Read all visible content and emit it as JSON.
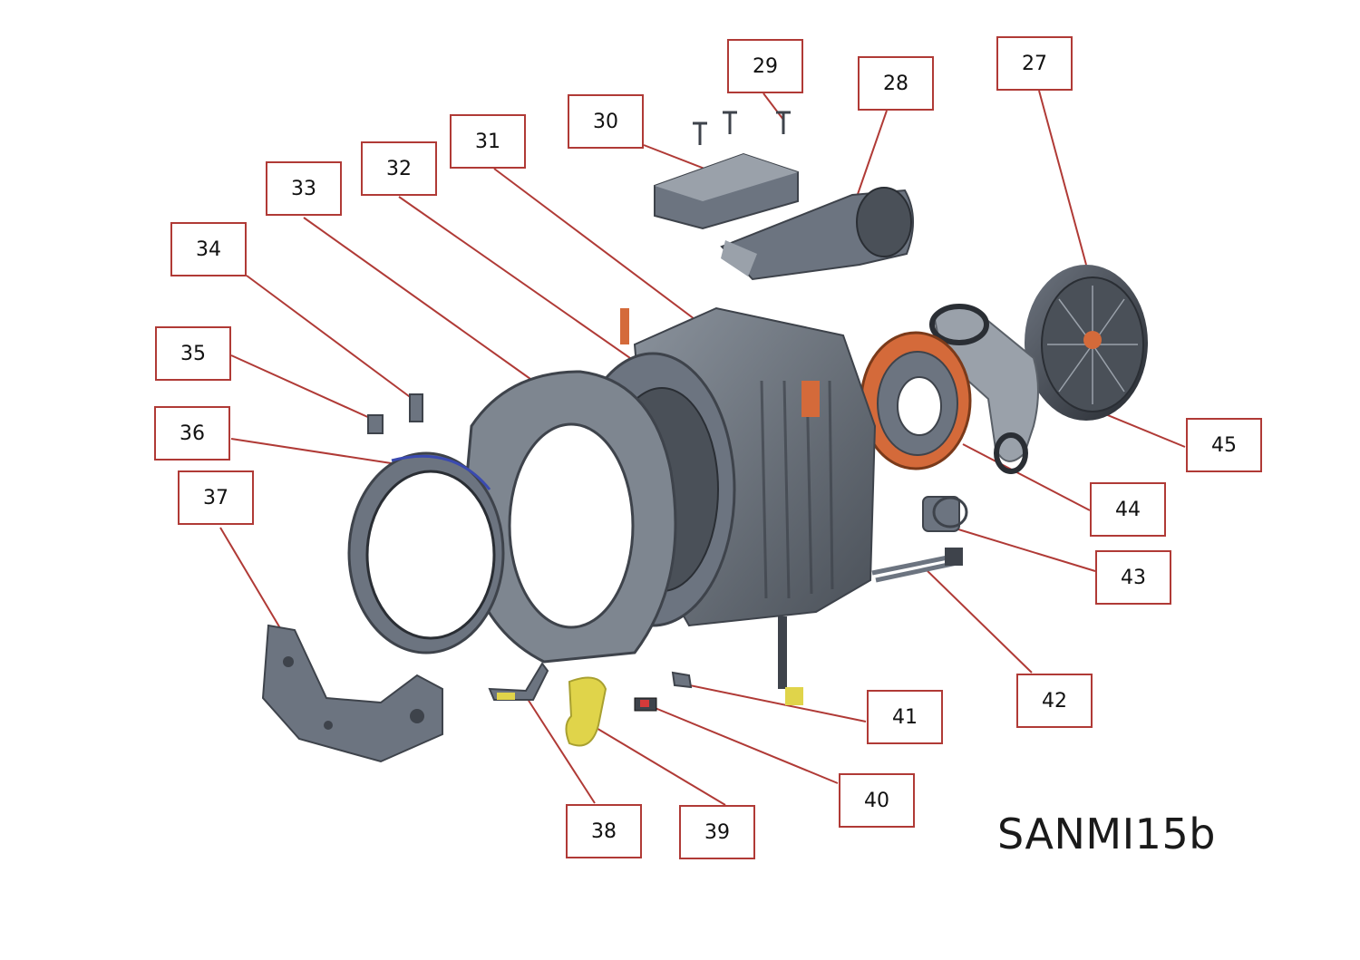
{
  "diagram": {
    "model_code": "SANMI15b",
    "callouts": [
      "27",
      "28",
      "29",
      "30",
      "31",
      "32",
      "33",
      "34",
      "35",
      "36",
      "37",
      "38",
      "39",
      "40",
      "41",
      "42",
      "43",
      "44",
      "45"
    ]
  },
  "colors": {
    "leader": "#b03a36",
    "part_gray": "#6c7480",
    "part_dark": "#3e434b",
    "part_light": "#9aa1aa",
    "accent_orange": "#d46a3a",
    "accent_yellow": "#e0d44a"
  }
}
